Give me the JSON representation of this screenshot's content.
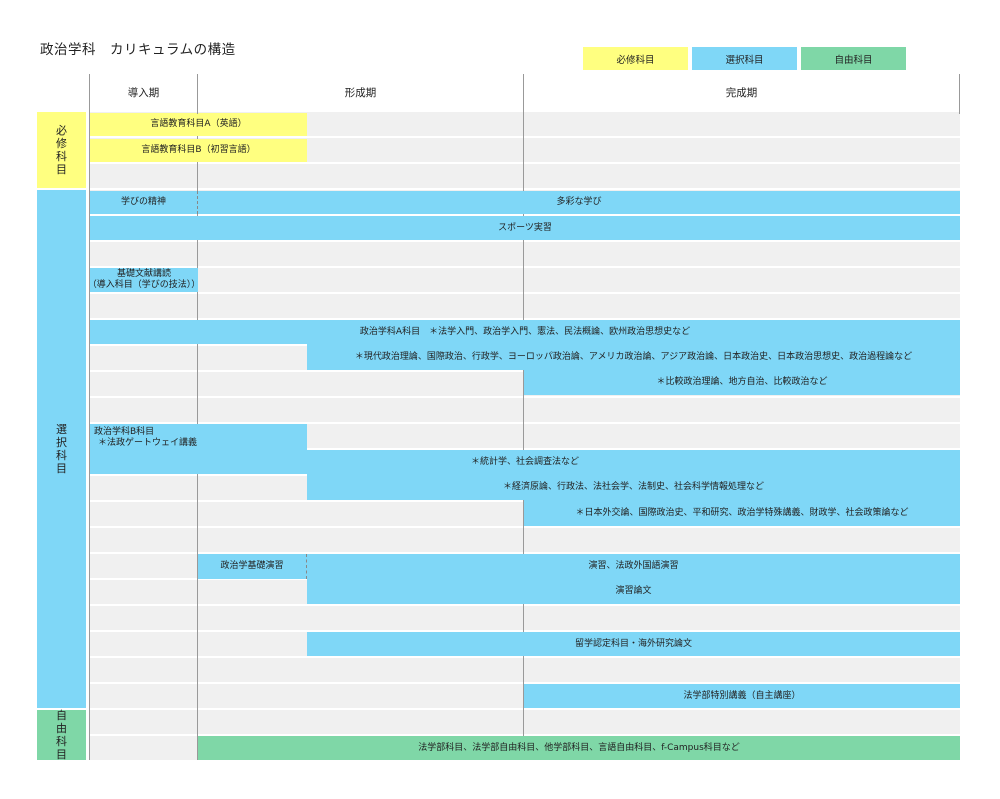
{
  "title": "政治学科　カリキュラムの構造",
  "legend": {
    "required": "必修科目",
    "elective": "選択科目",
    "free": "自由科目"
  },
  "colors": {
    "required": "#ffff80",
    "elective": "#7fd7f7",
    "free": "#7fd7a7"
  },
  "phases": {
    "intro": "導入期",
    "formation": "形成期",
    "completion": "完成期"
  },
  "categories": {
    "required": "必修科目",
    "elective": "選択科目",
    "free": "自由科目"
  },
  "bars": {
    "lang_a": "言語教育科目A（英語）",
    "lang_b": "言語教育科目B（初習言語）",
    "manabi": "学びの精神",
    "tasai": "多彩な学び",
    "sports": "スポーツ実習",
    "kiso_line1": "基礎文献講読",
    "kiso_line2": "（導入科目（学びの技法））",
    "pol_a": "政治学科A科目　＊法学入門、政治学入門、憲法、民法概論、欧州政治思想史など",
    "pol_a2": "＊現代政治理論、国際政治、行政学、ヨーロッパ政治論、アメリカ政治論、アジア政治論、日本政治史、日本政治思想史、政治過程論など",
    "pol_a3": "＊比較政治理論、地方自治、比較政治など",
    "pol_b_line1": "政治学科B科目",
    "pol_b_line2": "＊法政ゲートウェイ講義",
    "pol_b2": "＊統計学、社会調査法など",
    "pol_b3": "＊経済原論、行政法、法社会学、法制史、社会科学情報処理など",
    "pol_b4": "＊日本外交論、国際政治史、平和研究、政治学特殊講義、財政学、社会政策論など",
    "seminar_basic": "政治学基礎演習",
    "seminar": "演習、法政外国語演習",
    "thesis": "演習論文",
    "abroad": "留学認定科目・海外研究論文",
    "special": "法学部特別講義（自主講座）",
    "free_courses": "法学部科目、法学部自由科目、他学部科目、言語自由科目、f-Campus科目など"
  }
}
